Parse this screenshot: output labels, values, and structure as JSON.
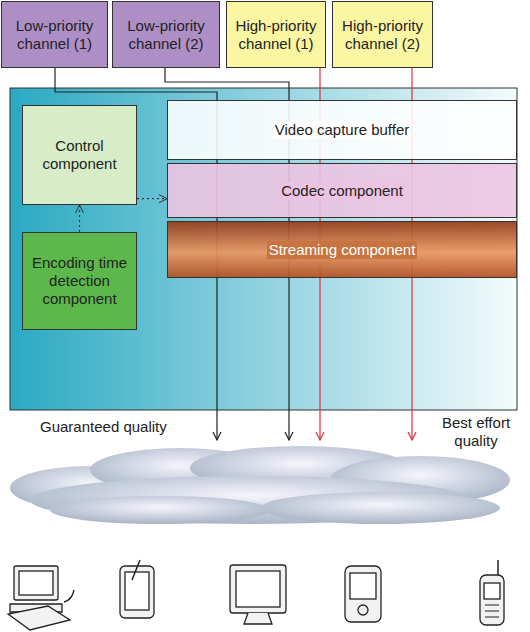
{
  "diagram": {
    "nodes": [
      {
        "text": [
          "Low-priority channel (1)"
        ]
      },
      {
        "text": [
          "Low-priority channel (2)"
        ]
      },
      {
        "text": [
          "High-priority channel (1)"
        ]
      },
      {
        "text": [
          "High-priority channel (2)"
        ]
      },
      {
        "text": [
          "Control component"
        ]
      },
      {
        "text": [
          "Encoding time detection component"
        ]
      },
      {
        "text": [
          "Video capture buffer"
        ]
      },
      {
        "text": [
          "Codec component"
        ]
      },
      {
        "text": [
          "Streaming component"
        ]
      }
    ],
    "edges": [
      {
        "from": 5,
        "to": 4,
        "arrow": "to"
      },
      {
        "from": 4,
        "to": 7,
        "arrow": "to"
      }
    ],
    "labels": [
      "Guaranteed quality",
      "Best effort quality"
    ]
  }
}
